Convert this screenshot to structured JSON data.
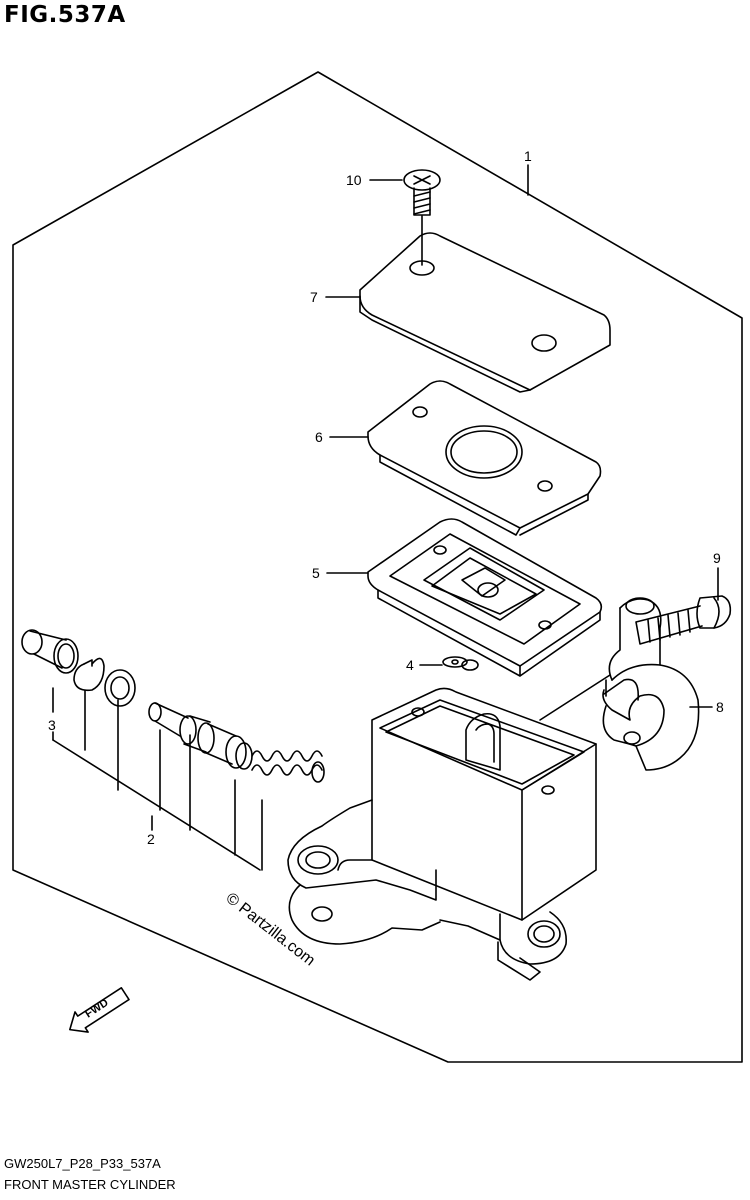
{
  "figure": {
    "title": "FIG.537A",
    "code": "GW250L7_P28_P33_537A",
    "name": "FRONT MASTER CYLINDER"
  },
  "callouts": [
    "1",
    "2",
    "3",
    "4",
    "5",
    "6",
    "7",
    "8",
    "9",
    "10"
  ],
  "fwd_label": "FWD",
  "watermark": "© Partzilla.com",
  "colors": {
    "line": "#000000",
    "background": "#ffffff"
  }
}
